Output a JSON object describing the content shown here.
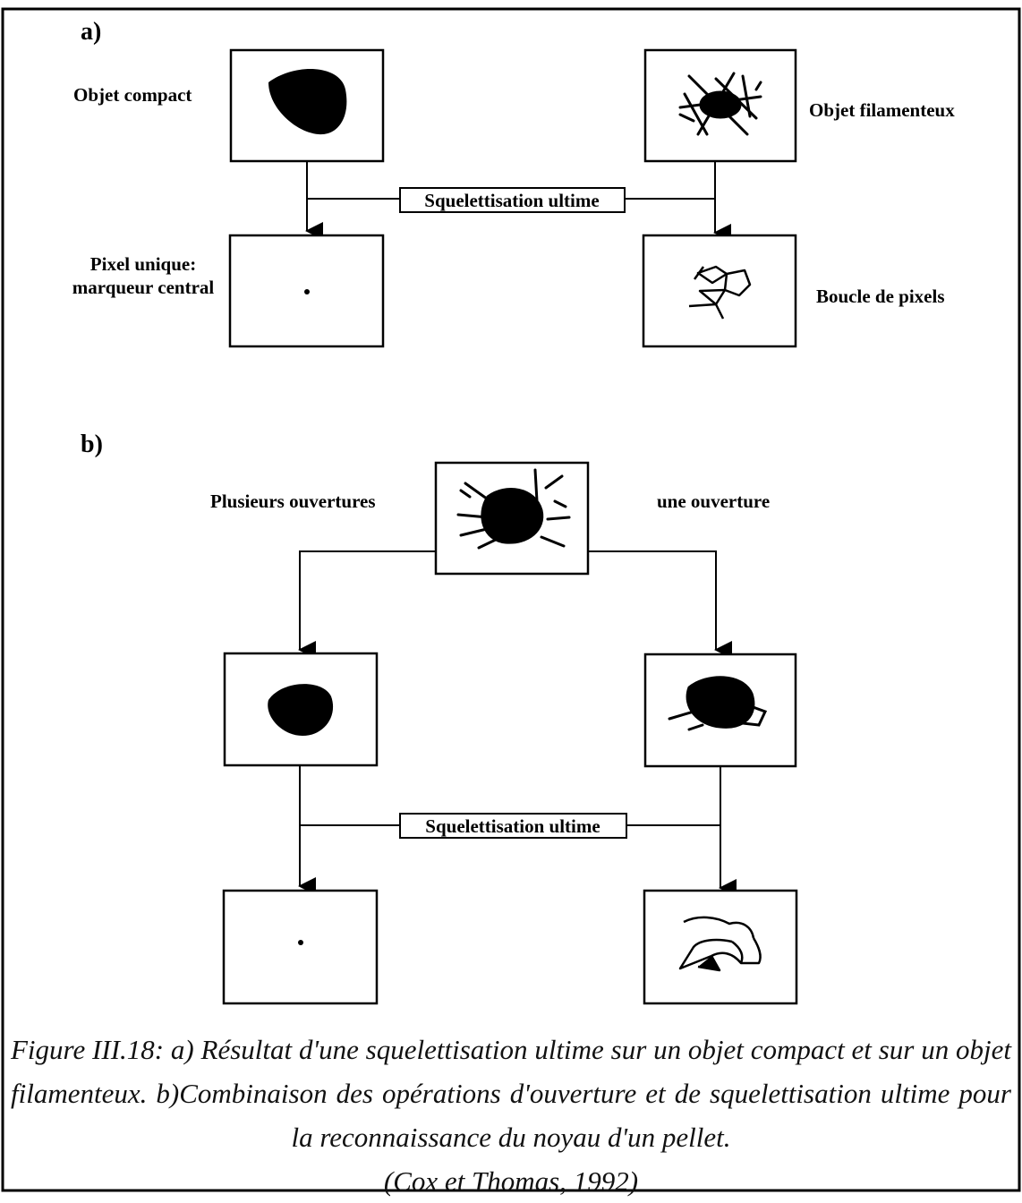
{
  "panel_a": {
    "tag": "a)",
    "left_top_label": "Objet compact",
    "right_top_label": "Objet filamenteux",
    "operation": "Squelettisation ultime",
    "left_result_label_line1": "Pixel unique:",
    "left_result_label_line2": "marqueur central",
    "right_result_label": "Boucle  de pixels"
  },
  "panel_b": {
    "tag": "b)",
    "left_branch_label": "Plusieurs ouvertures",
    "right_branch_label": "une ouverture",
    "operation": "Squelettisation ultime"
  },
  "caption": {
    "main": "Figure III.18: a) Résultat d'une squelettisation ultime sur un objet compact et sur un objet filamenteux. b)Combinaison des opérations d'ouverture et de squelettisation ultime pour la reconnaissance du noyau d'un pellet.",
    "citation": "(Cox et Thomas, 1992)"
  }
}
